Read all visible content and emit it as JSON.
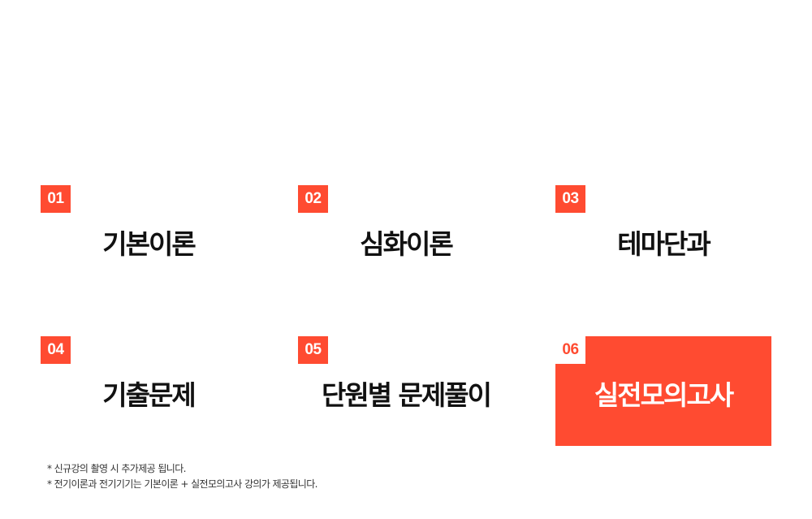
{
  "colors": {
    "accent": "#ff4b31",
    "title_text": "#111111",
    "active_title_text": "#ffffff",
    "note_text": "#333333"
  },
  "courses": [
    {
      "number": "01",
      "title": "기본이론",
      "active": false
    },
    {
      "number": "02",
      "title": "심화이론",
      "active": false
    },
    {
      "number": "03",
      "title": "테마단과",
      "active": false
    },
    {
      "number": "04",
      "title": "기출문제",
      "active": false
    },
    {
      "number": "05",
      "title": "단원별 문제풀이",
      "active": false
    },
    {
      "number": "06",
      "title": "실전모의고사",
      "active": true
    }
  ],
  "notes": [
    "* 신규강의 촬영 시 추가제공 됩니다.",
    "* 전기이론과 전기기기는 기본이론 + 실전모의고사 강의가 제공됩니다."
  ]
}
